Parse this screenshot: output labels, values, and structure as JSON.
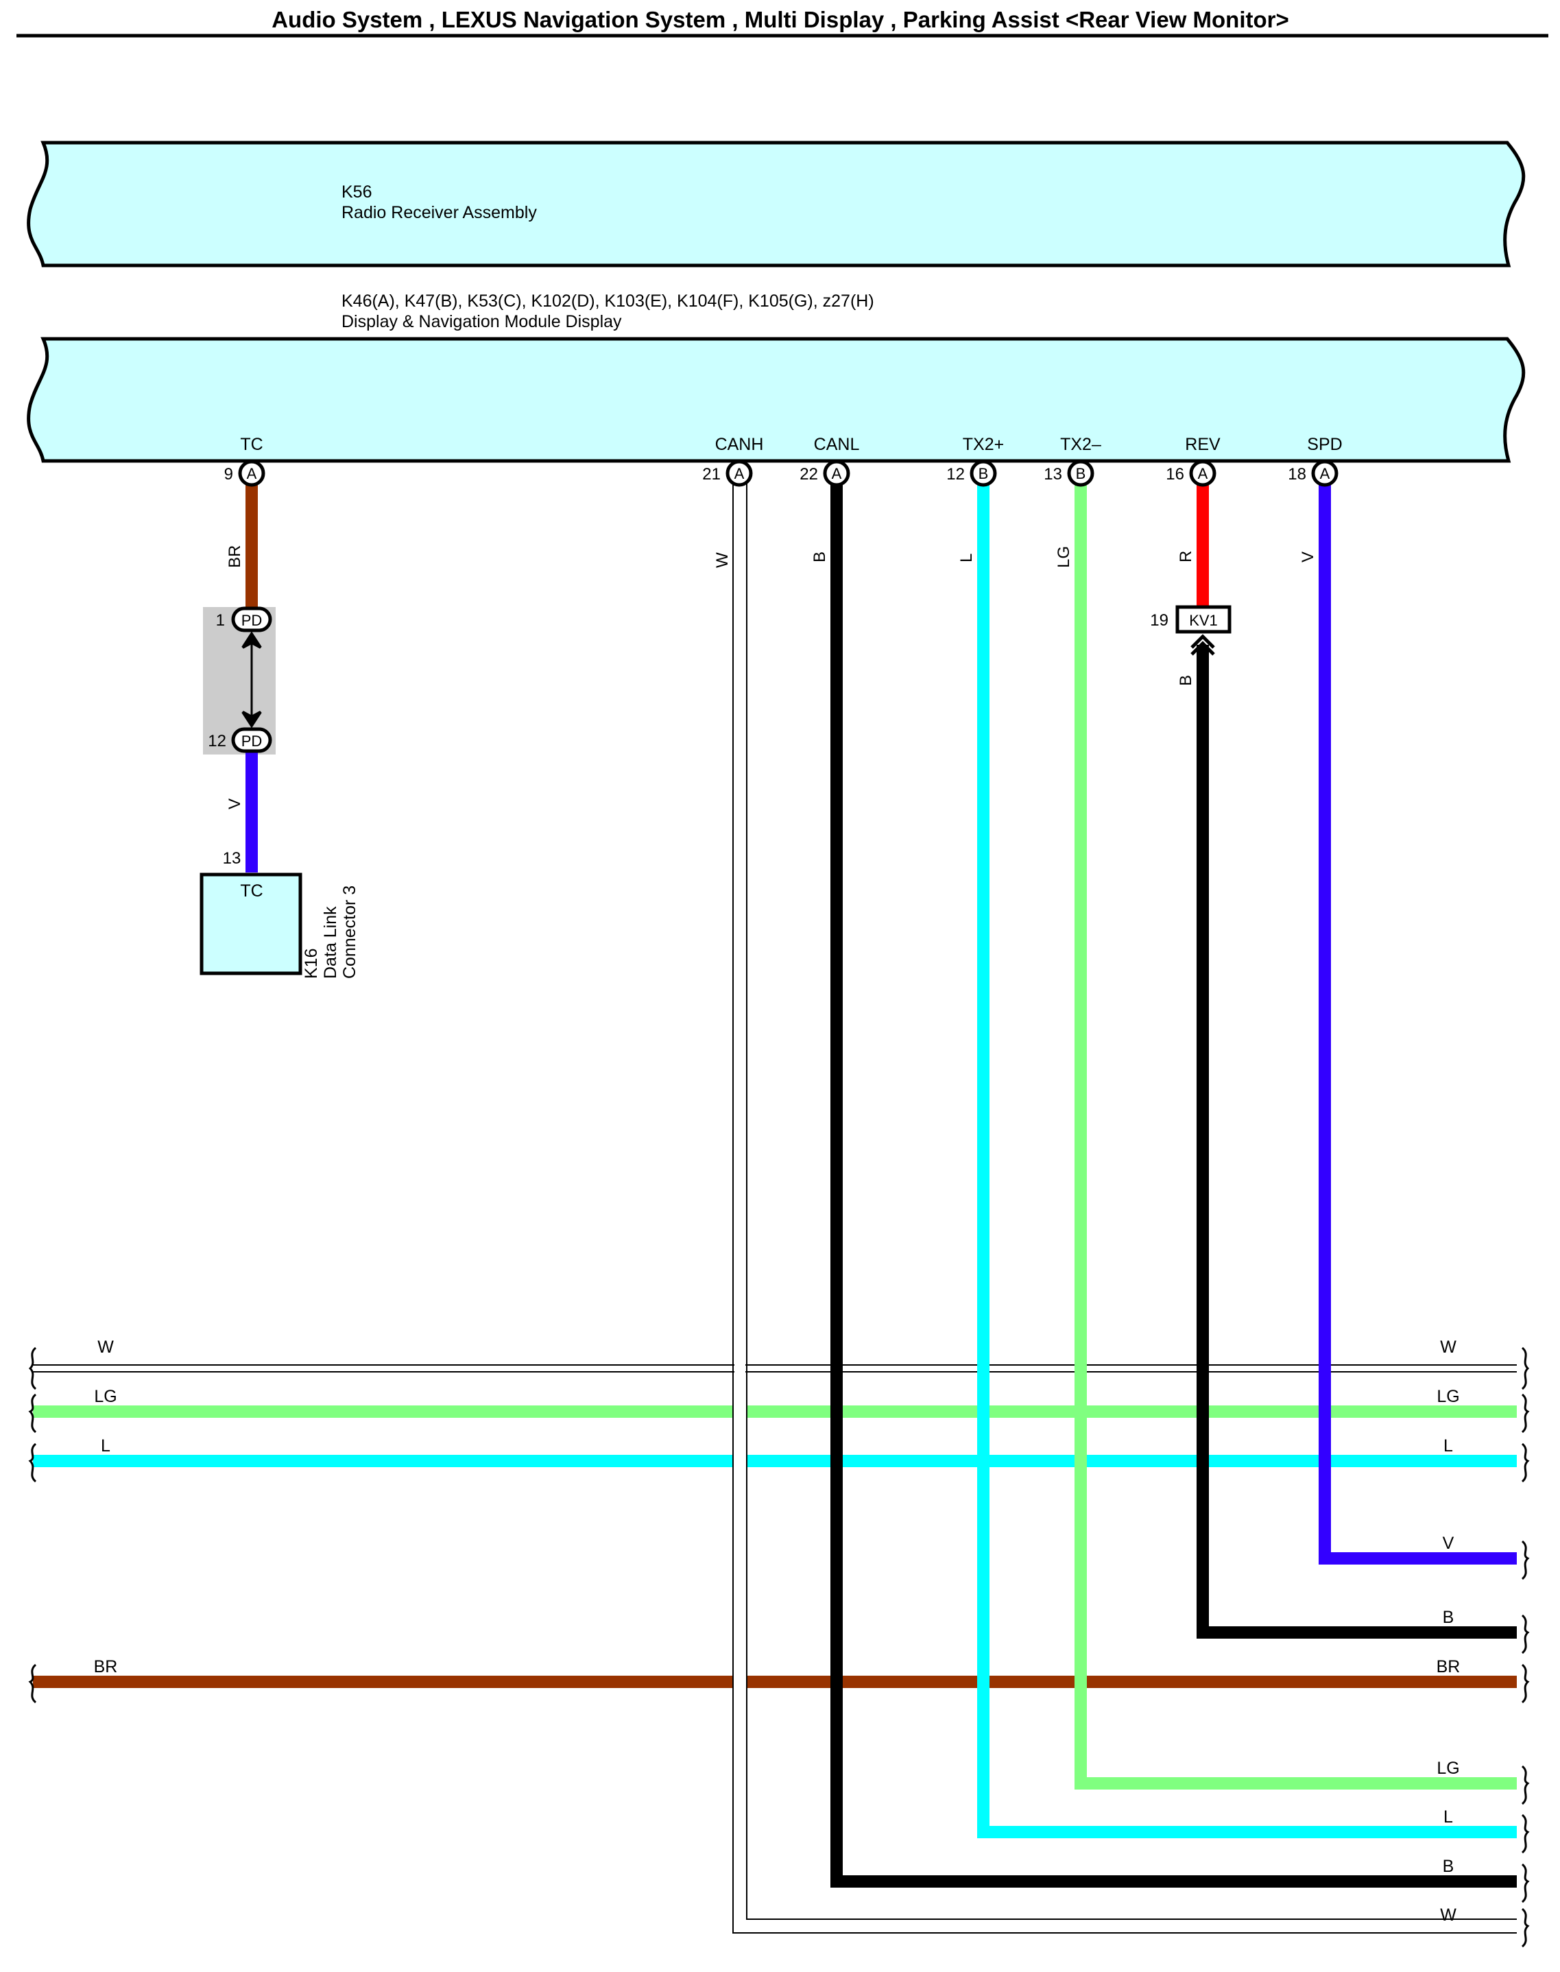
{
  "title": "Audio System , LEXUS Navigation System , Multi Display , Parking Assist <Rear View Monitor>",
  "wire_colors": {
    "BR": "#993300",
    "V": "#3300ff",
    "W": "#ffffff",
    "B": "#000000",
    "L": "#00ffff",
    "LG": "#80ff80",
    "R": "#ff0000"
  },
  "component_fill": "#ccffff",
  "components": {
    "radio": {
      "code": "K56",
      "name": "Radio Receiver Assembly"
    },
    "display": {
      "code": "K46(A), K47(B), K53(C), K102(D), K103(E), K104(F), K105(G), z27(H)",
      "name": "Display & Navigation Module Display"
    },
    "dlc": {
      "code": "K16",
      "name_line1": "Data Link",
      "name_line2": "Connector 3",
      "pin_num": "13",
      "pin_name": "TC"
    }
  },
  "pins": [
    {
      "name": "TC",
      "num": "9",
      "conn": "A",
      "wire": "BR"
    },
    {
      "name": "CANH",
      "num": "21",
      "conn": "A",
      "wire": "W"
    },
    {
      "name": "CANL",
      "num": "22",
      "conn": "A",
      "wire": "B"
    },
    {
      "name": "TX2+",
      "num": "12",
      "conn": "B",
      "wire": "L"
    },
    {
      "name": "TX2–",
      "num": "13",
      "conn": "B",
      "wire": "LG"
    },
    {
      "name": "REV",
      "num": "16",
      "conn": "A",
      "wire": "R"
    },
    {
      "name": "SPD",
      "num": "18",
      "conn": "A",
      "wire": "V"
    }
  ],
  "junction_pd": {
    "conn": "PD",
    "pin_top": "1",
    "pin_bottom": "12",
    "wire_below": "V"
  },
  "kv1": {
    "conn": "KV1",
    "pin": "19",
    "wire_below": "B"
  },
  "buses": {
    "left": [
      "W",
      "LG",
      "L",
      "BR"
    ],
    "right": [
      "W",
      "LG",
      "L",
      "V",
      "B",
      "BR",
      "LG",
      "L",
      "B",
      "W"
    ]
  }
}
